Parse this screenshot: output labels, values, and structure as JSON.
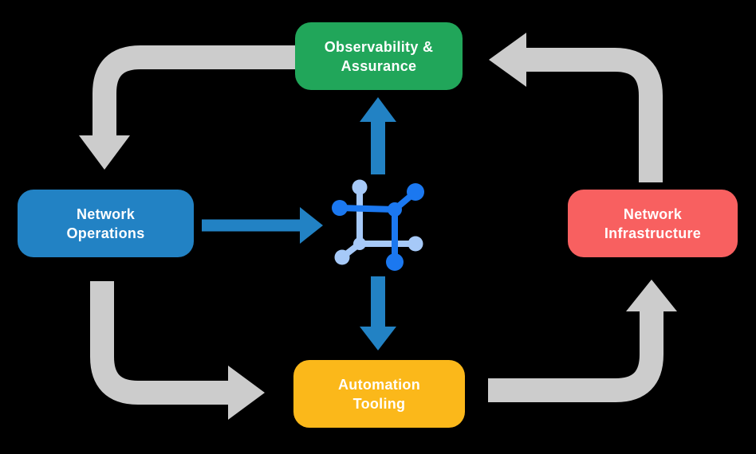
{
  "background": "#000000",
  "colors": {
    "green": "#21a65a",
    "blue": "#2282c4",
    "red": "#f86060",
    "yellow": "#fbb81a",
    "gray_arrow": "#cccccc",
    "blue_arrow": "#2282c4",
    "icon_dark_blue": "#1b78f0",
    "icon_light_blue": "#a6c9f8",
    "text": "#ffffff"
  },
  "nodes": {
    "observability": {
      "label": "Observability &\nAssurance"
    },
    "operations": {
      "label": "Network\nOperations"
    },
    "infrastructure": {
      "label": "Network\nInfrastructure"
    },
    "automation": {
      "label": "Automation\nTooling"
    }
  },
  "center_icon": "network-automation-platform-icon",
  "edges": [
    {
      "from": "Observability & Assurance",
      "to": "Network Operations",
      "style": "gray-curved-arrow"
    },
    {
      "from": "Network Operations",
      "to": "Automation Tooling",
      "style": "gray-curved-arrow"
    },
    {
      "from": "Automation Tooling",
      "to": "Network Infrastructure",
      "style": "gray-curved-arrow"
    },
    {
      "from": "Network Infrastructure",
      "to": "Observability & Assurance",
      "style": "gray-curved-arrow"
    },
    {
      "from": "Network Operations",
      "to": "center-icon",
      "style": "blue-arrow"
    },
    {
      "from": "center-icon",
      "to": "Observability & Assurance",
      "style": "blue-arrow"
    },
    {
      "from": "center-icon",
      "to": "Automation Tooling",
      "style": "blue-arrow"
    }
  ]
}
